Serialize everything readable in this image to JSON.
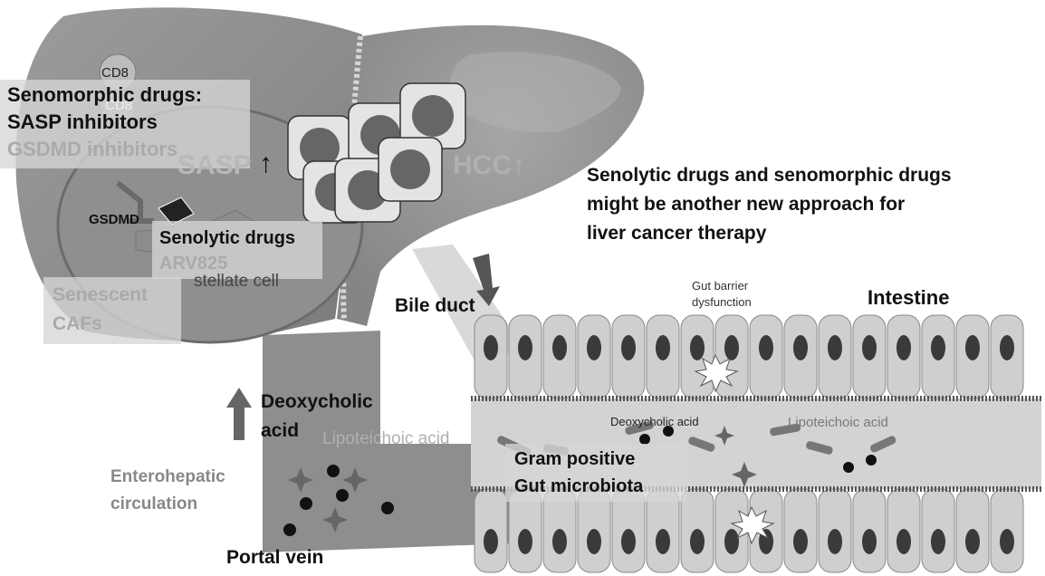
{
  "colors": {
    "background": "#ffffff",
    "liver": "#8c8c8c",
    "liver_dark": "#6e6e6e",
    "portal_vein": "#8e8e8e",
    "intestine_cell": "#cfcfcf",
    "intestine_nucleus": "#3a3a3a",
    "hcc_nucleus": "#666666",
    "text_dark": "#111111",
    "text_gray": "#9a9a9a"
  },
  "icons": [
    "cd8-tcell-icon",
    "hcc-cell-icon",
    "gsdmd-pore-icon",
    "bacteria-icon",
    "lipoteichoic-star-icon",
    "deoxycholic-dot-icon",
    "barrier-burst-icon",
    "flow-arrow-icon"
  ],
  "labels": {
    "cd8_top": "CD8",
    "cd8_bottom": "CD8",
    "senomorphic_title": "Senomorphic drugs:",
    "sasp_inhibitors": "SASP inhibitors",
    "gsdmd_inhibitors": "GSDMD inhibitors",
    "sasp": "SASP",
    "up_arrow": "↑",
    "hcc": "HCC",
    "hcc_up": "↑",
    "gsdmd": "GSDMD",
    "senolytic_drugs": "Senolytic drugs",
    "arv825": "ARV825",
    "stellate_cell": "stellate cell",
    "senescent": "Senescent",
    "cafs": "CAFs",
    "approach_line1": "Senolytic drugs and senomorphic drugs",
    "approach_line2": "might be another new approach for",
    "approach_line3": "liver cancer therapy",
    "bile_duct": "Bile duct",
    "gut_barrier_line1": "Gut barrier",
    "gut_barrier_line2": "dysfunction",
    "intestine": "Intestine",
    "deoxycholic_line1": "Deoxycholic",
    "deoxycholic_line2": "acid",
    "lipoteichoic_left": "Lipoteichoic acid",
    "deoxycholic_small": "Deoxycholic acid",
    "lipoteichoic_right": "Lipoteichoic acid",
    "gram_positive": "Gram positive",
    "gut_microbiota": "Gut microbiota",
    "enterohepatic_line1": "Enterohepatic",
    "enterohepatic_line2": "circulation",
    "portal_vein": "Portal vein"
  }
}
